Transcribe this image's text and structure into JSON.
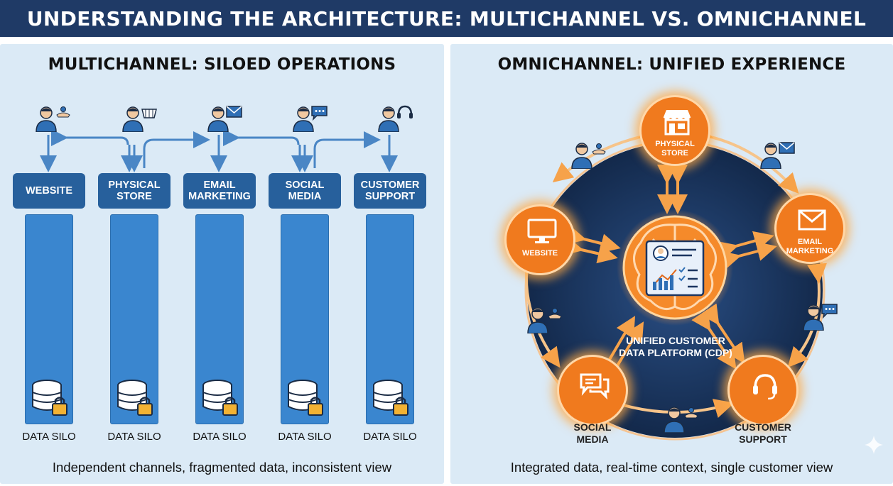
{
  "title": "UNDERSTANDING THE ARCHITECTURE: MULTICHANNEL VS. OMNICHANNEL",
  "colors": {
    "header_bg": "#1f3a66",
    "panel_bg": "#dbeaf6",
    "channel_label": "#27609c",
    "silo": "#3a86cf",
    "arrow_blue": "#4a86c5",
    "orange": "#f07a1e",
    "dark_navy": "#1b3560"
  },
  "multichannel": {
    "title": "MULTICHANNEL: SILOED OPERATIONS",
    "channels": [
      {
        "label": "WEBSITE",
        "silo_label": "DATA SILO",
        "person_icon": "person-with-hand-icon"
      },
      {
        "label": "PHYSICAL STORE",
        "silo_label": "DATA SILO",
        "person_icon": "person-with-basket-icon"
      },
      {
        "label": "EMAIL MARKETING",
        "silo_label": "DATA SILO",
        "person_icon": "person-with-envelope-icon"
      },
      {
        "label": "SOCIAL MEDIA",
        "silo_label": "DATA SILO",
        "person_icon": "person-with-chat-icon"
      },
      {
        "label": "CUSTOMER SUPPORT",
        "silo_label": "DATA SILO",
        "person_icon": "person-with-headset-icon"
      }
    ],
    "caption": "Independent channels, fragmented data, inconsistent view"
  },
  "omnichannel": {
    "title": "OMNICHANNEL: UNIFIED EXPERIENCE",
    "center_label": "UNIFIED CUSTOMER DATA PLATFORM (CDP)",
    "nodes": {
      "physical_store": "PHYSICAL STORE",
      "email_marketing": "EMAIL MARKETING",
      "website": "WEBSITE",
      "social_media": "SOCIAL MEDIA",
      "customer_support": "CUSTOMER SUPPORT"
    },
    "caption": "Integrated data, real-time context, single customer view"
  }
}
